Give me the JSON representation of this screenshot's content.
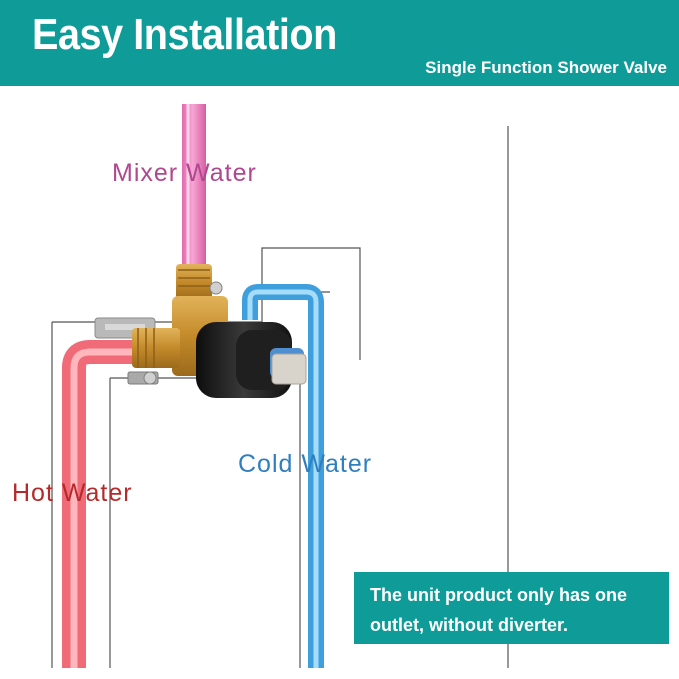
{
  "banner": {
    "title": "Easy Installation",
    "subtitle": "Single Function Shower Valve"
  },
  "labels": {
    "mixer": "Mixer  Water",
    "cold": "Cold Water",
    "hot": "Hot Water"
  },
  "note": {
    "text": "The unit product only has one outlet, without diverter."
  },
  "colors": {
    "banner": "#0f9b97",
    "mixer_pipe": "#f08ac4",
    "hot_pipe": "#f26d7a",
    "cold_pipe": "#58b8ec",
    "brass": "#c99534",
    "valve_body": "#1c1c1c"
  }
}
